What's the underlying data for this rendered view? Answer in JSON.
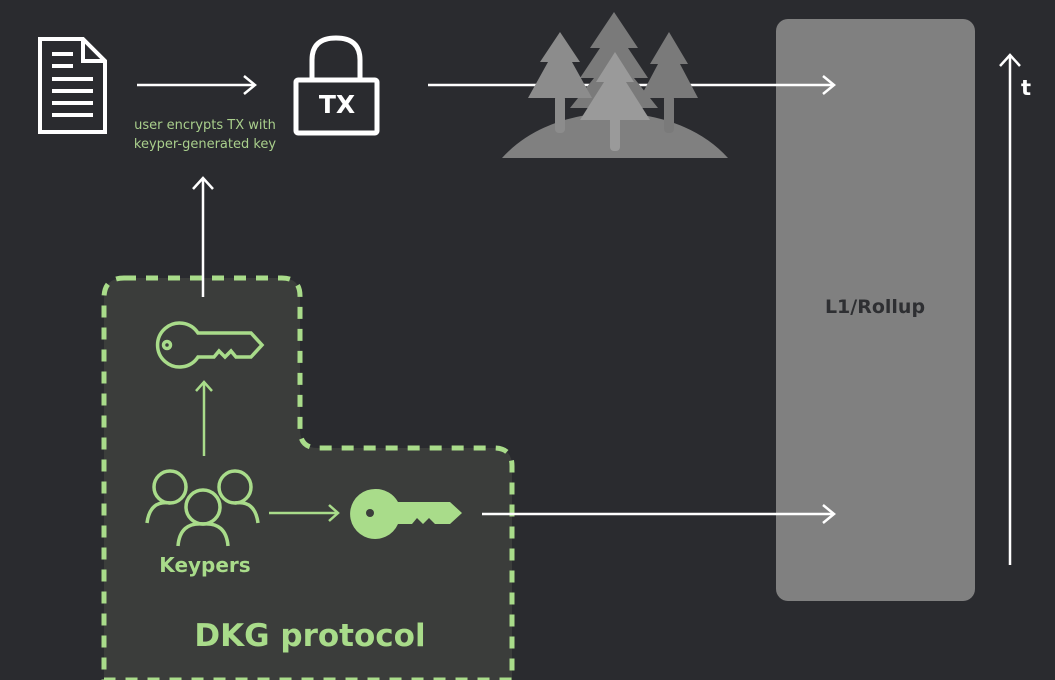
{
  "diagram": {
    "caption_line1": "user encrypts TX with",
    "caption_line2": "keyper-generated key",
    "lock_label": "TX",
    "keypers_label": "Keypers",
    "dkg_label": "DKG protocol",
    "chain_label": "L1/Rollup",
    "time_axis_label": "t"
  },
  "colors": {
    "background": "#2a2b2f",
    "accent_green": "#a9dc8a",
    "chain_box": "#808080",
    "dkg_region": "#3a3c3a",
    "forest": "#8a8a8a"
  }
}
